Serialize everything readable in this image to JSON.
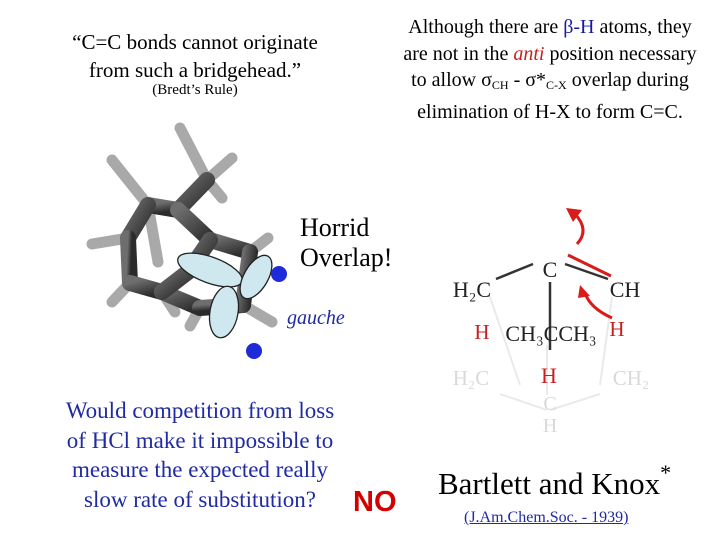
{
  "quote": {
    "line1": "“C=C bonds cannot originate",
    "line2": "from such a bridgehead.”"
  },
  "bredt": "(Bredt’s Rule)",
  "explanation": {
    "p1": "Although there are ",
    "beta_h": "β-H",
    "p2": " atoms, they are not in the ",
    "anti": "anti",
    "p3": " position necessary to allow ",
    "sigma": "σ",
    "sub_ch": "CH",
    "p4": " - ",
    "sigma_star": "σ*",
    "sub_cx": "C-X",
    "p5": " overlap during elimination of H-X to form C=C."
  },
  "horrid": {
    "line1": "Horrid",
    "line2": "Overlap!"
  },
  "gauche": "gauche",
  "question": {
    "line1": "Would competition from loss",
    "line2": "of HCl make it impossible to",
    "line3": "measure the expected really",
    "line4": "slow rate of substitution?"
  },
  "answer": "NO",
  "authors": "Bartlett and Knox",
  "authors_mark": "*",
  "journal": "(J.Am.Chem.Soc. - 1939)",
  "structure_labels": {
    "c_top": "C",
    "h2c": "H₂C",
    "ch": "CH",
    "h_left": "H",
    "ch3_row": "CH₃CCH₃",
    "h_right": "H",
    "h_center": "H",
    "h2c_lower": "H₂C",
    "ch2_lower": "CH₂",
    "c_lower": "C",
    "h_lower": "H"
  },
  "colors": {
    "blue_text": "#1f2aa3",
    "red": "#d40000",
    "anti": "#c62020",
    "orbital": "#cfe8ef",
    "dot": "#1f2ad8",
    "arrow": "#d81b1b"
  }
}
